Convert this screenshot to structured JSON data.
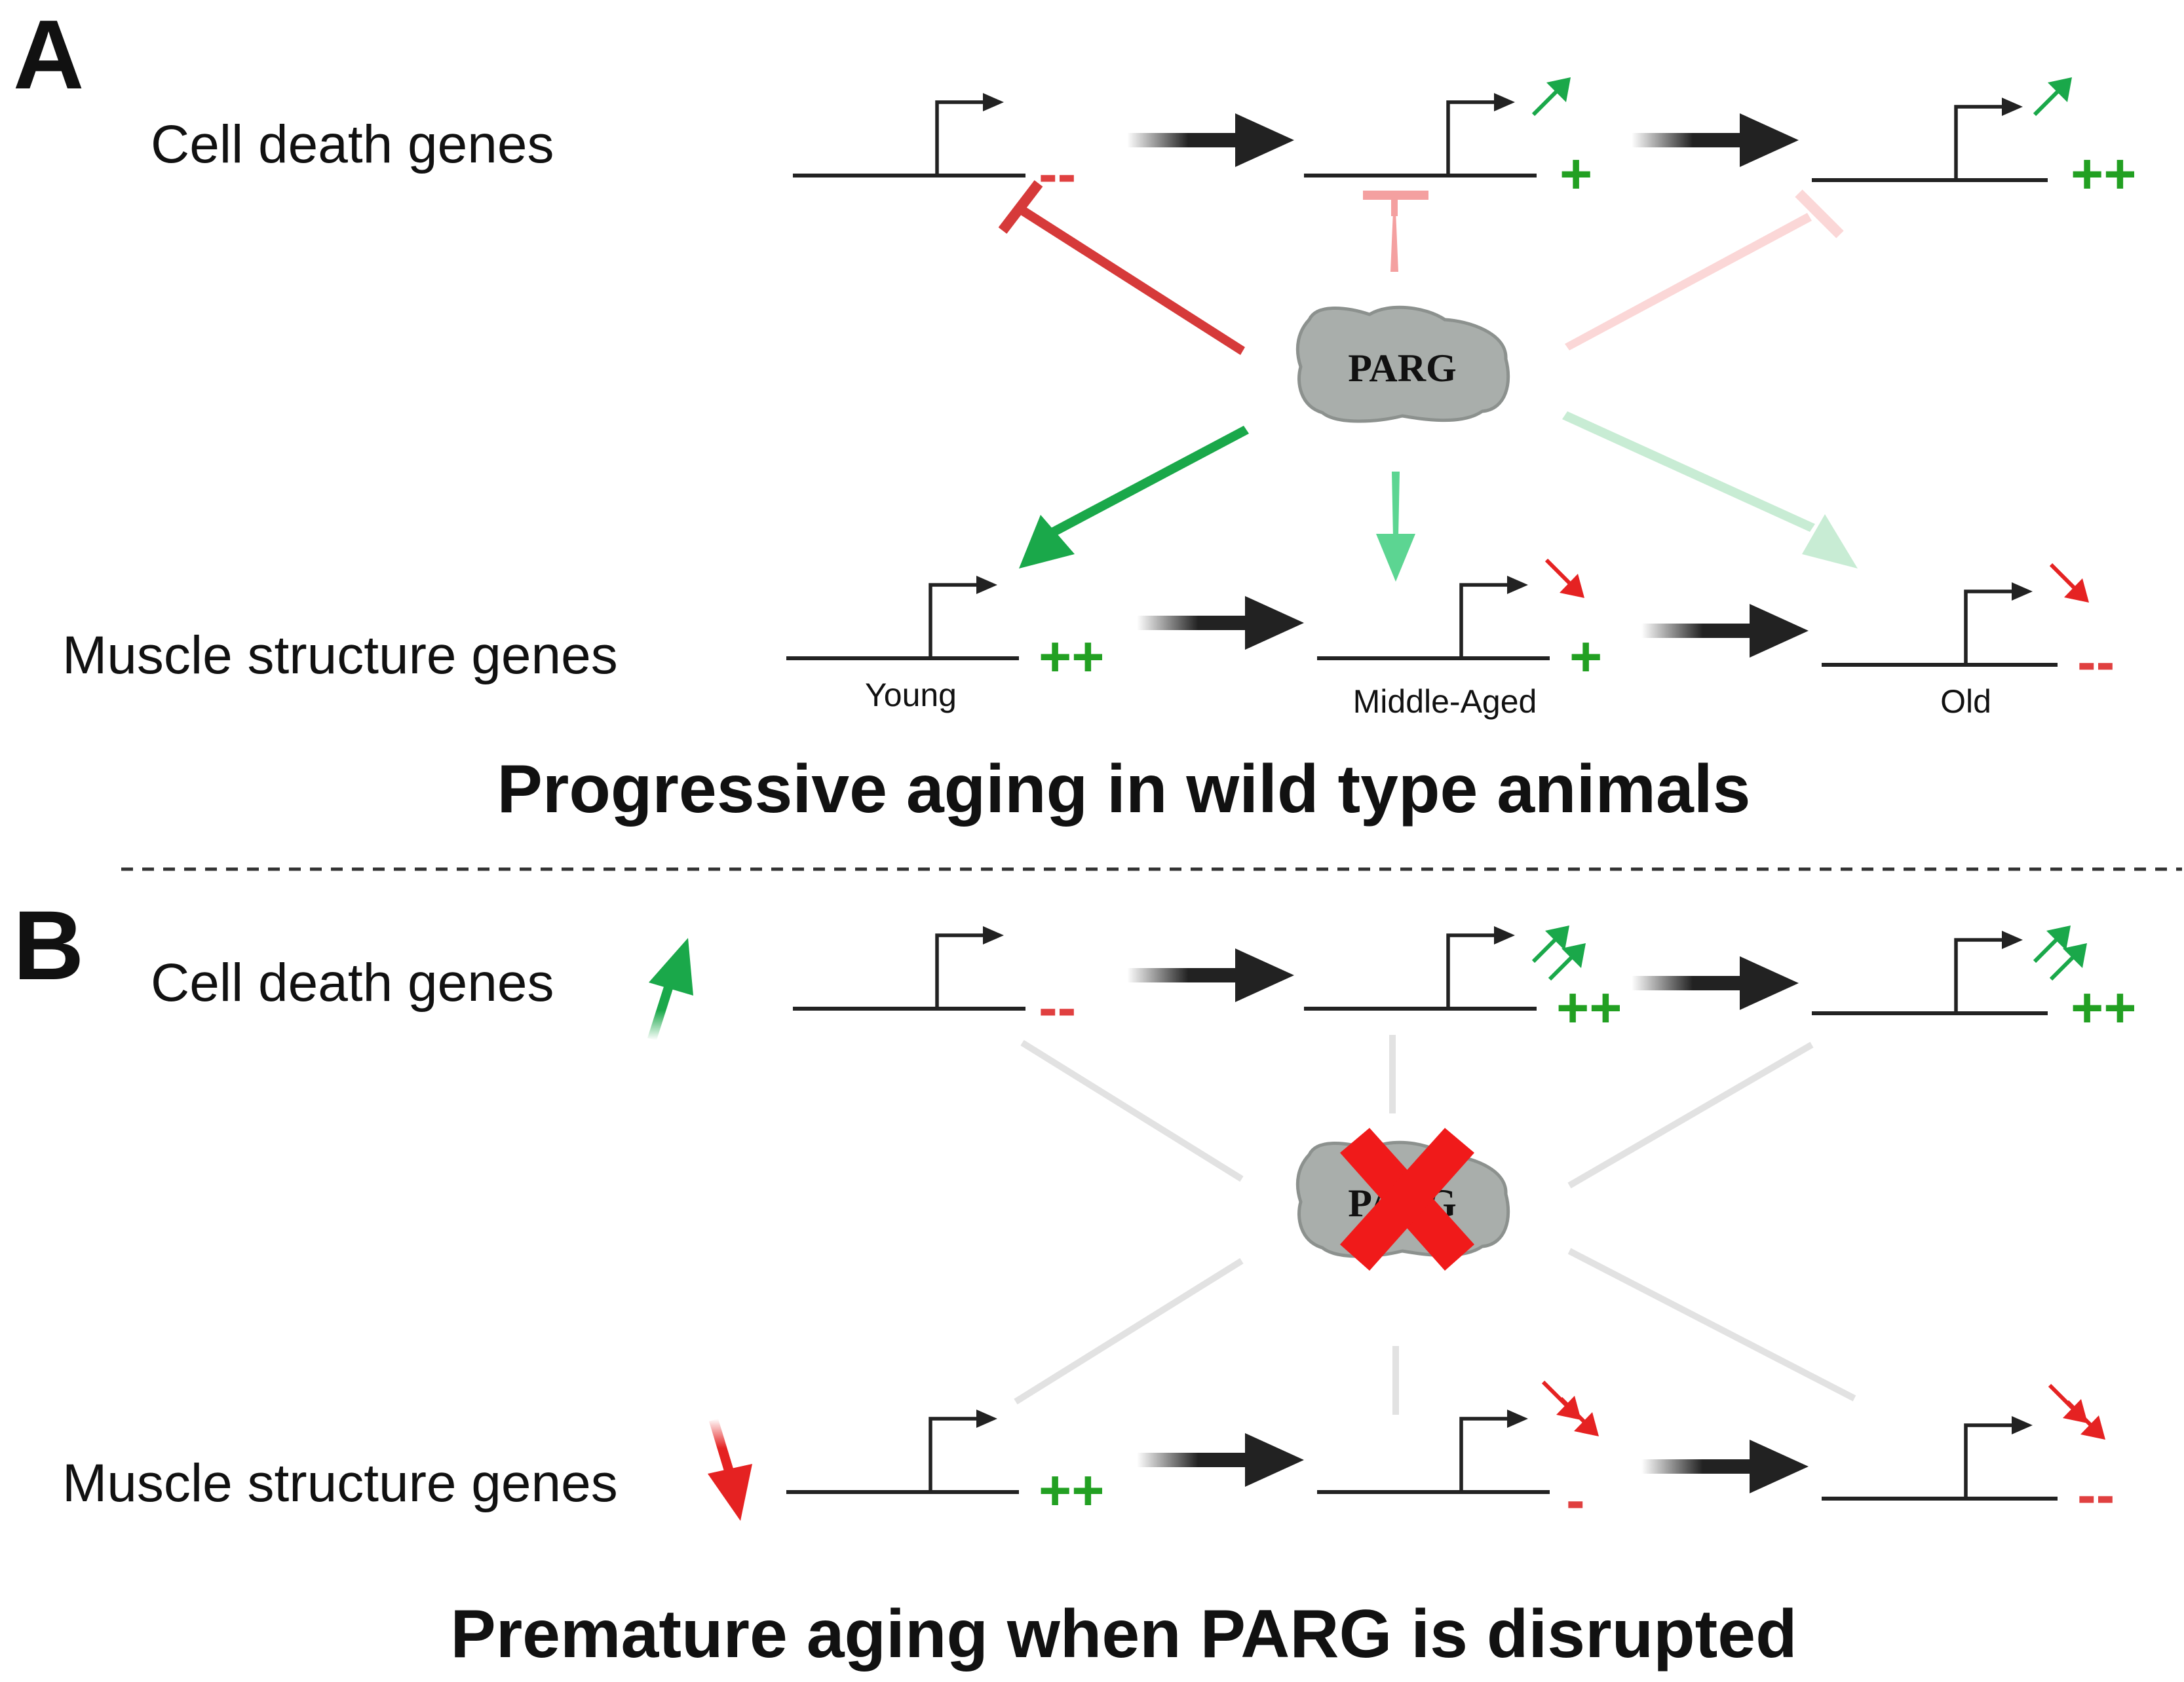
{
  "panel_a": {
    "letter": "A",
    "row_top_label": "Cell death genes",
    "row_bottom_label": "Muscle structure genes",
    "stages": [
      "Young",
      "Middle-Aged",
      "Old"
    ],
    "protein": "PARG",
    "cell_death_levels": [
      "--",
      "+",
      "++"
    ],
    "muscle_levels": [
      "++",
      "+",
      "--"
    ],
    "caption": "Progressive aging in wild type animals"
  },
  "panel_b": {
    "letter": "B",
    "row_top_label": "Cell death genes",
    "row_bottom_label": "Muscle structure genes",
    "protein": "PARG",
    "cell_death_levels": [
      "--",
      "++",
      "++"
    ],
    "muscle_levels": [
      "++",
      "-",
      "--"
    ],
    "caption": "Premature aging when PARG is disrupted"
  },
  "colors": {
    "green": "#1aa84a",
    "green_plus": "#22a022",
    "red": "#e52222",
    "minus_red": "#e04040",
    "protein_fill": "#a9aeab",
    "protein_edge": "#8c918e",
    "cross_red": "#f01a1a"
  }
}
